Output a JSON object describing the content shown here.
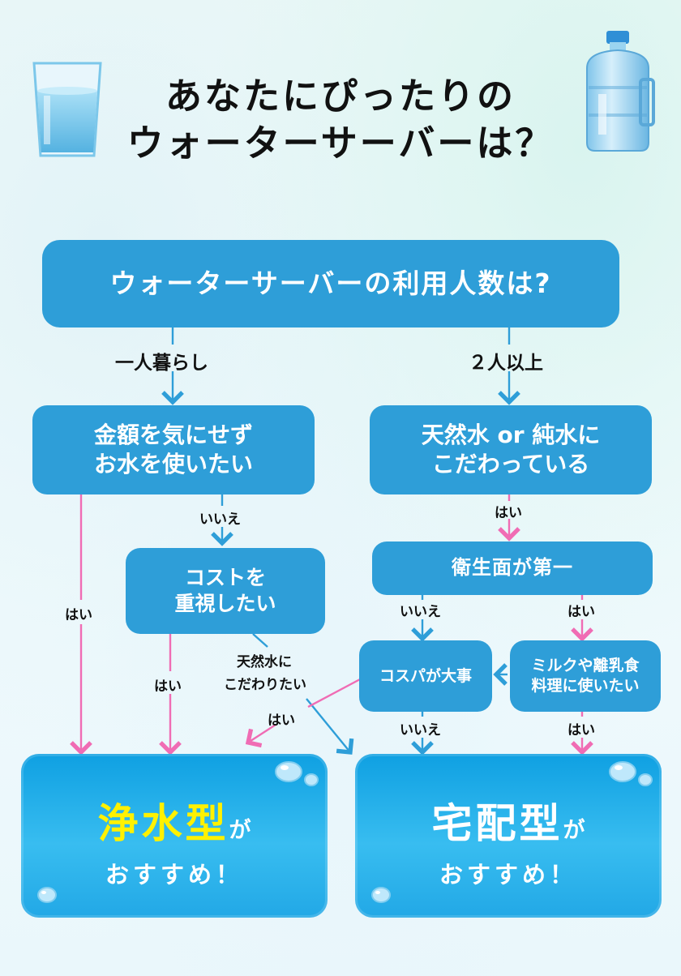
{
  "title": {
    "line1": "あなたにぴったりの",
    "line2": "ウォーターサーバーは？"
  },
  "icons": {
    "glass": "water-glass-icon",
    "bottle": "water-bottle-icon"
  },
  "nodes": {
    "q_users": "ウォーターサーバーの利用人数は?",
    "q_cost_free_1": "金額を気にせず",
    "q_cost_free_2": "お水を使いたい",
    "q_cost_1": "コストを",
    "q_cost_2": "重視したい",
    "q_water_type_1": "天然水 or 純水に",
    "q_water_type_2": "こだわっている",
    "q_hygiene": "衛生面が第一",
    "q_cospa": "コスパが大事",
    "q_milk_1": "ミルクや離乳食",
    "q_milk_2": "料理に使いたい"
  },
  "edges": {
    "single": "一人暮らし",
    "two_plus": "２人以上",
    "no_1": "いいえ",
    "yes_1": "はい",
    "yes_left": "はい",
    "yes_cost": "はい",
    "natural_1": "天然水に",
    "natural_2": "こだわりたい",
    "yes_water_type": "はい",
    "no_hygiene": "いいえ",
    "yes_hygiene": "はい",
    "yes_cospa": "はい",
    "no_cospa": "いいえ",
    "yes_milk": "はい"
  },
  "results": {
    "purifier": {
      "type": "浄水型",
      "ga": "が",
      "rec": "おすすめ！"
    },
    "delivery": {
      "type": "宅配型",
      "ga": "が",
      "rec": "おすすめ！"
    }
  },
  "colors": {
    "box": "#2e9ed8",
    "pink": "#f06cb4",
    "blue_arrow": "#2e9ed8",
    "highlight": "#fff100"
  }
}
